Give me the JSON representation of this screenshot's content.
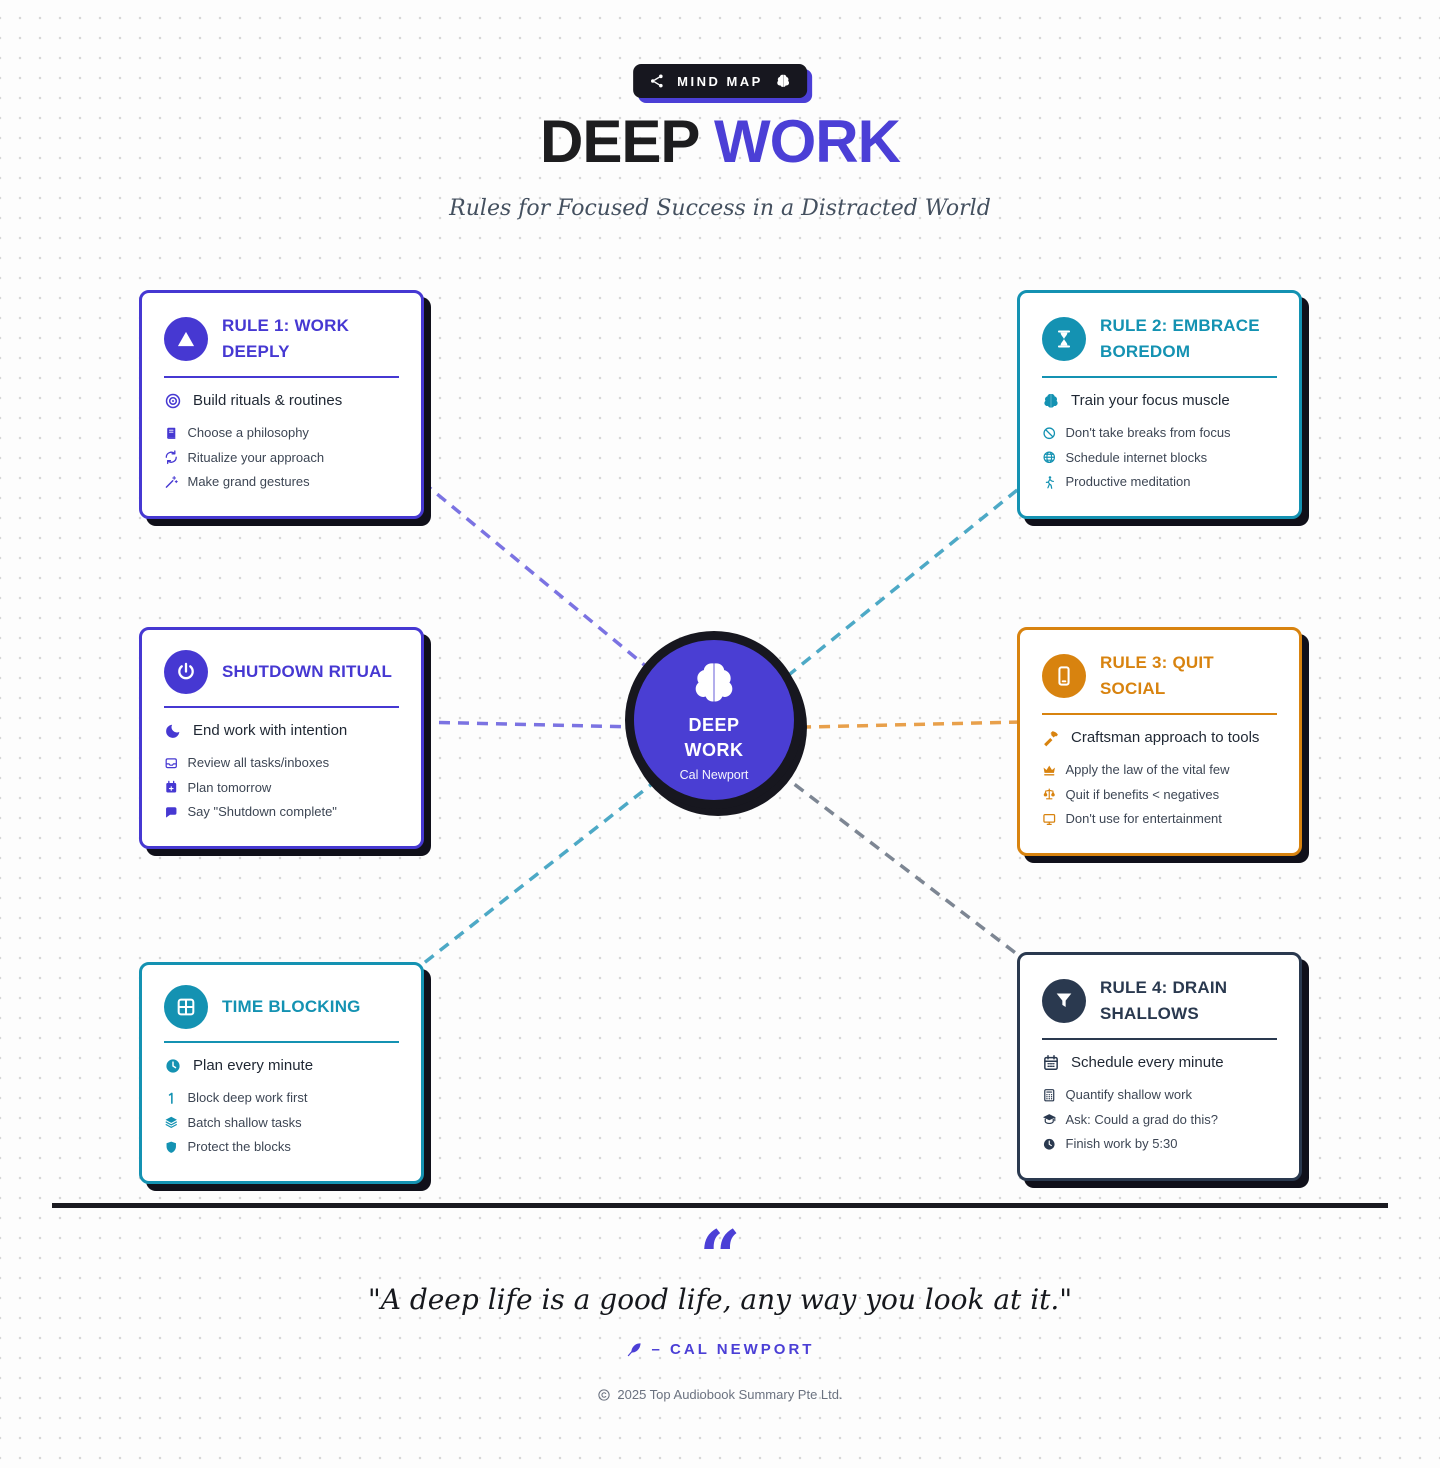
{
  "badge": {
    "label": "MIND MAP",
    "left_icon": "share-nodes-icon",
    "right_icon": "brain-icon",
    "bg_color": "#17171f",
    "shadow_color": "#4b3fd6"
  },
  "header": {
    "title_primary": "DEEP",
    "title_accent": "WORK",
    "subtitle": "Rules for Focused Success in a Distracted World",
    "primary_color": "#1d1d1f",
    "accent_color": "#4b3fd6"
  },
  "center": {
    "icon": "brain-icon",
    "line1": "DEEP",
    "line2": "WORK",
    "author": "Cal Newport",
    "bg_color": "#4a3ed3",
    "ring_color": "#17171f"
  },
  "cards": [
    {
      "id": "rule-1-work-deeply",
      "title": "RULE 1: WORK DEEPLY",
      "accent": "#4638d2",
      "line_color": "#7b73e2",
      "icon": "mountain-icon",
      "items": [
        {
          "icon": "target-icon",
          "text": "Build rituals & routines",
          "primary": true
        },
        {
          "icon": "book-icon",
          "text": "Choose a philosophy"
        },
        {
          "icon": "refresh-icon",
          "text": "Ritualize your approach"
        },
        {
          "icon": "wand-icon",
          "text": "Make grand gestures"
        }
      ]
    },
    {
      "id": "rule-2-embrace-boredom",
      "title": "RULE 2: EMBRACE BOREDOM",
      "accent": "#1492b2",
      "line_color": "#4da9c6",
      "icon": "hourglass-icon",
      "items": [
        {
          "icon": "brain-icon",
          "text": "Train your focus muscle",
          "primary": true
        },
        {
          "icon": "ban-icon",
          "text": "Don't take breaks from focus"
        },
        {
          "icon": "globe-icon",
          "text": "Schedule internet blocks"
        },
        {
          "icon": "walking-icon",
          "text": "Productive meditation"
        }
      ]
    },
    {
      "id": "shutdown-ritual",
      "title": "SHUTDOWN RITUAL",
      "accent": "#4638d2",
      "line_color": "#7b73e2",
      "icon": "power-icon",
      "items": [
        {
          "icon": "moon-icon",
          "text": "End work with intention",
          "primary": true
        },
        {
          "icon": "inbox-icon",
          "text": "Review all tasks/inboxes"
        },
        {
          "icon": "calendar-plus-icon",
          "text": "Plan tomorrow"
        },
        {
          "icon": "chat-icon",
          "text": "Say \"Shutdown complete\""
        }
      ]
    },
    {
      "id": "rule-3-quit-social",
      "title": "RULE 3: QUIT SOCIAL",
      "accent": "#d8830f",
      "line_color": "#e8a04b",
      "icon": "smartphone-icon",
      "items": [
        {
          "icon": "hammer-icon",
          "text": "Craftsman approach to tools",
          "primary": true
        },
        {
          "icon": "crown-icon",
          "text": "Apply the law of the vital few"
        },
        {
          "icon": "scales-icon",
          "text": "Quit if benefits < negatives"
        },
        {
          "icon": "monitor-icon",
          "text": "Don't use for entertainment"
        }
      ]
    },
    {
      "id": "time-blocking",
      "title": "TIME BLOCKING",
      "accent": "#1492b2",
      "line_color": "#4da9c6",
      "icon": "grid-icon",
      "items": [
        {
          "icon": "clock-icon",
          "text": "Plan every minute",
          "primary": true
        },
        {
          "icon": "number-one-icon",
          "text": "Block deep work first"
        },
        {
          "icon": "layers-icon",
          "text": "Batch shallow tasks"
        },
        {
          "icon": "shield-icon",
          "text": "Protect the blocks"
        }
      ]
    },
    {
      "id": "rule-4-drain-shallows",
      "title": "RULE 4: DRAIN SHALLOWS",
      "accent": "#2a394f",
      "line_color": "#7d8693",
      "icon": "funnel-icon",
      "items": [
        {
          "icon": "calendar-icon",
          "text": "Schedule every minute",
          "primary": true
        },
        {
          "icon": "calculator-icon",
          "text": "Quantify shallow work"
        },
        {
          "icon": "graduation-cap-icon",
          "text": "Ask: Could a grad do this?"
        },
        {
          "icon": "clock-icon",
          "text": "Finish work by 5:30"
        }
      ]
    }
  ],
  "footer": {
    "quote_mark": "“",
    "quote": "\"A deep life is a good life, any way you look at it.\"",
    "attribution_icon": "feather-icon",
    "attribution": "– CAL NEWPORT",
    "copyright_icon": "copyright-icon",
    "copyright": "2025 Top Audiobook Summary Pte Ltd.",
    "accent_color": "#4b3fd6"
  }
}
